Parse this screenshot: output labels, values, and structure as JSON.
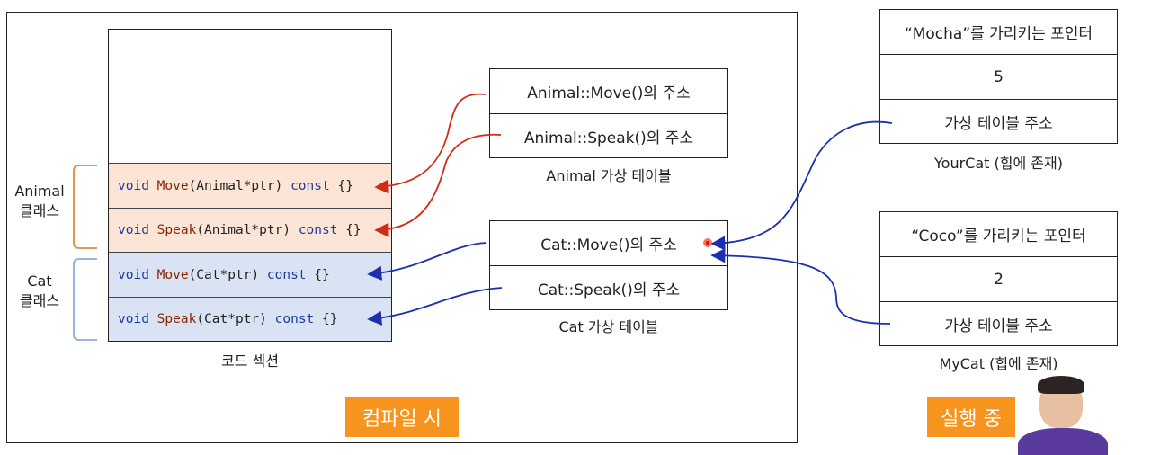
{
  "compile_panel": {
    "banner": "컴파일 시",
    "code_section": {
      "caption": "코드 섹션",
      "rows": [
        {
          "ret": "void",
          "name": "Move",
          "param_type": "(Animal*",
          "param_name": " ptr)",
          "qual": "const",
          "body": "{}"
        },
        {
          "ret": "void",
          "name": "Speak",
          "param_type": "(Animal*",
          "param_name": " ptr)",
          "qual": "const",
          "body": "{}"
        },
        {
          "ret": "void",
          "name": "Move",
          "param_type": "(Cat*",
          "param_name": " ptr)",
          "qual": "const",
          "body": "{}"
        },
        {
          "ret": "void",
          "name": "Speak",
          "param_type": "(Cat*",
          "param_name": " ptr)",
          "qual": "const",
          "body": "{}"
        }
      ]
    },
    "animal_label": {
      "line1": "Animal",
      "line2": "클래스"
    },
    "cat_label": {
      "line1": "Cat",
      "line2": "클래스"
    },
    "animal_vtable": {
      "caption": "Animal 가상 테이블",
      "entries": [
        "Animal::Move()의 주소",
        "Animal::Speak()의 주소"
      ]
    },
    "cat_vtable": {
      "caption": "Cat 가상 테이블",
      "entries": [
        "Cat::Move()의 주소",
        "Cat::Speak()의 주소"
      ]
    }
  },
  "runtime": {
    "banner": "실행 중",
    "your_cat": {
      "caption": "YourCat (힙에 존재)",
      "fields": [
        "“Mocha”를 가리키는 포인터",
        "5",
        "가상 테이블 주소"
      ]
    },
    "my_cat": {
      "caption": "MyCat (힙에 존재)",
      "fields": [
        "“Coco”를 가리키는 포인터",
        "2",
        "가상 테이블 주소"
      ]
    }
  },
  "colors": {
    "animal_fill": "#fce4d6",
    "cat_fill": "#dae3f3",
    "animal_bracket": "#e08a3c",
    "cat_bracket": "#8eaadb",
    "red_arrow": "#d42a1a",
    "blue_arrow": "#1c2fb0",
    "banner": "#f7941d"
  }
}
